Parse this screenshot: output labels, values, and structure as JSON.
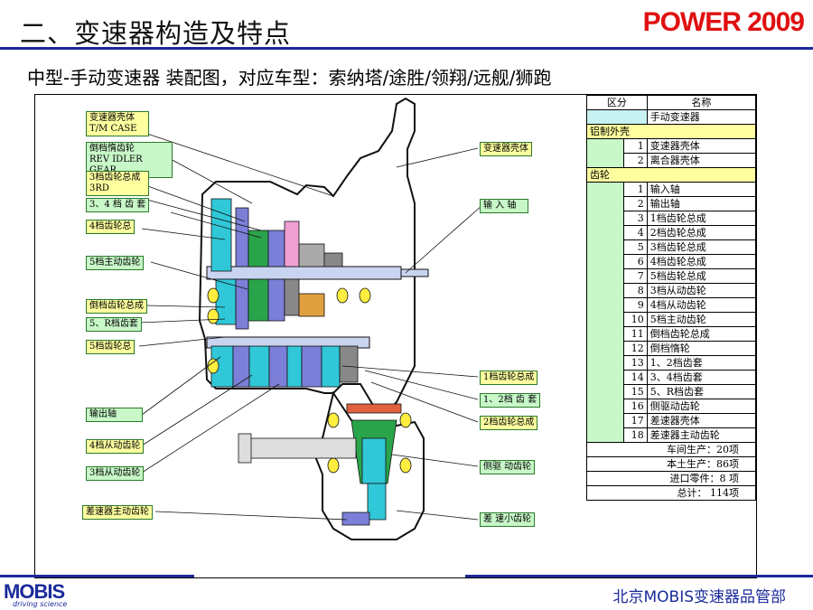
{
  "header": {
    "title": "二、变速器构造及特点",
    "brand": "POWER 2009",
    "subtitle": "中型-手动变速器 装配图，对应车型：索纳塔/途胜/领翔/远舰/狮跑"
  },
  "left_labels": [
    {
      "text": "变速器壳体\nT/M CASE"
    },
    {
      "text": "倒档惰齿轮\nREV IDLER GEAR"
    },
    {
      "text": "3档齿轮总成\n3RD"
    },
    {
      "text": "3、4 档 齿 套"
    },
    {
      "text": "4档齿轮总"
    },
    {
      "text": "5档主动齿轮"
    },
    {
      "text": "倒档齿轮总成"
    },
    {
      "text": "5、R档齿套"
    },
    {
      "text": "5档齿轮总"
    },
    {
      "text": "输出轴"
    },
    {
      "text": "4档从动齿轮"
    },
    {
      "text": "3档从动齿轮"
    },
    {
      "text": "差速器主动齿轮"
    }
  ],
  "right_labels": [
    {
      "text": "变速器壳体"
    },
    {
      "text": "输 入 轴"
    },
    {
      "text": "1档齿轮总成"
    },
    {
      "text": "1、2档 齿 套"
    },
    {
      "text": "2档齿轮总成"
    },
    {
      "text": "侧驱 动齿轮"
    },
    {
      "text": "差 速小齿轮"
    }
  ],
  "parts_table": {
    "col_category": "区分",
    "col_name": "名称",
    "top_item": "手动变速器",
    "groups": [
      {
        "category": "铝制外壳",
        "items": [
          {
            "num": "1",
            "name": "变速器壳体"
          },
          {
            "num": "2",
            "name": "离合器壳体"
          }
        ]
      },
      {
        "category": "齿轮",
        "items": [
          {
            "num": "1",
            "name": "输入轴"
          },
          {
            "num": "2",
            "name": "输出轴"
          },
          {
            "num": "3",
            "name": "1档齿轮总成"
          },
          {
            "num": "4",
            "name": "2档齿轮总成"
          },
          {
            "num": "5",
            "name": "3档齿轮总成"
          },
          {
            "num": "6",
            "name": "4档齿轮总成"
          },
          {
            "num": "7",
            "name": "5档齿轮总成"
          },
          {
            "num": "8",
            "name": "3档从动齿轮"
          },
          {
            "num": "9",
            "name": "4档从动齿轮"
          },
          {
            "num": "10",
            "name": "5档主动齿轮"
          },
          {
            "num": "11",
            "name": "倒档齿轮总成"
          },
          {
            "num": "12",
            "name": "倒档惰轮"
          },
          {
            "num": "13",
            "name": "1、2档齿套"
          },
          {
            "num": "14",
            "name": "3、4档齿套"
          },
          {
            "num": "15",
            "name": "5、R档齿套"
          },
          {
            "num": "16",
            "name": "侧驱动齿轮"
          },
          {
            "num": "17",
            "name": "差速器壳体"
          },
          {
            "num": "18",
            "name": "差速器主动齿轮"
          }
        ]
      }
    ],
    "totals": [
      "车间生产：20项",
      "本土生产：86项",
      "进口零件：8 项",
      "总计：   114项"
    ]
  },
  "colors": {
    "accent_blue": "#1a2a9a",
    "brand_red": "#e01010",
    "label_yellow": "#ffffa0",
    "cyan": "#c8f2f2",
    "green": "#c8f7c8"
  },
  "footer": {
    "logo": "MOBIS",
    "logo_tagline": "driving science",
    "department": "北京MOBIS变速器品管部"
  }
}
